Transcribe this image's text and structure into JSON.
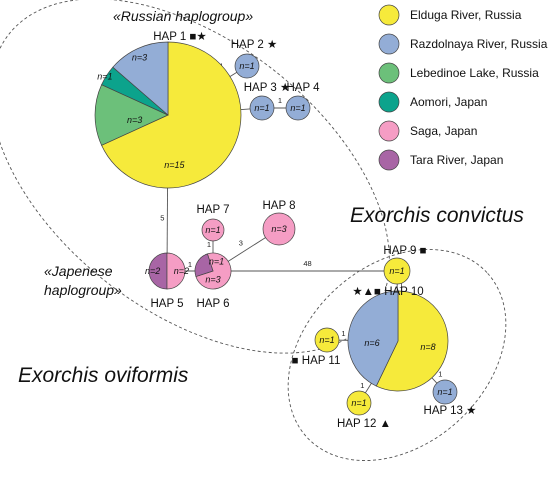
{
  "colors": {
    "elduga": "#f6ea3b",
    "razdolnaya": "#93add6",
    "lebedinoe": "#6cc07a",
    "aomori": "#0ca38c",
    "saga": "#f59dc4",
    "tara": "#a865a5"
  },
  "legend": [
    {
      "key": "elduga",
      "label": "Elduga River, Russia"
    },
    {
      "key": "razdolnaya",
      "label": "Razdolnaya River, Russia"
    },
    {
      "key": "lebedinoe",
      "label": "Lebedinoe Lake, Russia"
    },
    {
      "key": "aomori",
      "label": "Aomori, Japan"
    },
    {
      "key": "saga",
      "label": "Saga, Japan"
    },
    {
      "key": "tara",
      "label": "Tara River, Japan"
    }
  ],
  "groups": {
    "russian": "«Russian haplogroup»",
    "japanese_line1": "«Japenese",
    "japanese_line2": "haplogroup»"
  },
  "species": {
    "oviformis": "Exorchis oviformis",
    "convictus": "Exorchis convictus"
  },
  "haplotypes": [
    {
      "id": "hap1",
      "label": "HAP 1",
      "marks": "■★",
      "slices": [
        {
          "key": "elduga",
          "n": 15
        },
        {
          "key": "lebedinoe",
          "n": 3
        },
        {
          "key": "aomori",
          "n": 1
        },
        {
          "key": "razdolnaya",
          "n": 3
        }
      ],
      "n_labels": [
        "n=15",
        "n=3",
        "n=1",
        "n=3"
      ]
    },
    {
      "id": "hap2",
      "label": "HAP 2",
      "marks": "★",
      "slices": [
        {
          "key": "razdolnaya",
          "n": 1
        }
      ],
      "n_labels": [
        "n=1"
      ]
    },
    {
      "id": "hap3",
      "label": "HAP 3",
      "marks": "★",
      "slices": [
        {
          "key": "razdolnaya",
          "n": 1
        }
      ],
      "n_labels": [
        "n=1"
      ]
    },
    {
      "id": "hap4",
      "label": "HAP 4",
      "marks": "",
      "slices": [
        {
          "key": "razdolnaya",
          "n": 1
        }
      ],
      "n_labels": [
        "n=1"
      ]
    },
    {
      "id": "hap5",
      "label": "HAP 5",
      "marks": "",
      "slices": [
        {
          "key": "tara",
          "n": 2
        },
        {
          "key": "saga",
          "n": 2
        }
      ],
      "n_labels": [
        "n=2",
        "n=2"
      ]
    },
    {
      "id": "hap6",
      "label": "HAP 6",
      "marks": "",
      "slices": [
        {
          "key": "saga",
          "n": 3
        },
        {
          "key": "tara",
          "n": 1
        }
      ],
      "n_labels": [
        "n=3",
        "n=1"
      ]
    },
    {
      "id": "hap7",
      "label": "HAP 7",
      "marks": "",
      "slices": [
        {
          "key": "saga",
          "n": 1
        }
      ],
      "n_labels": [
        "n=1"
      ]
    },
    {
      "id": "hap8",
      "label": "HAP 8",
      "marks": "",
      "slices": [
        {
          "key": "saga",
          "n": 3
        }
      ],
      "n_labels": [
        "n=3"
      ]
    },
    {
      "id": "hap9",
      "label": "HAP 9",
      "marks": "■",
      "slices": [
        {
          "key": "elduga",
          "n": 1
        }
      ],
      "n_labels": [
        "n=1"
      ]
    },
    {
      "id": "hap10",
      "label": "HAP 10",
      "marks_prefix": "★▲■",
      "marks": "",
      "slices": [
        {
          "key": "elduga",
          "n": 8
        },
        {
          "key": "razdolnaya",
          "n": 6
        }
      ],
      "n_labels": [
        "n=8",
        "n=6"
      ]
    },
    {
      "id": "hap11",
      "label": "HAP 11",
      "marks_prefix": "■",
      "marks": "",
      "slices": [
        {
          "key": "elduga",
          "n": 1
        }
      ],
      "n_labels": [
        "n=1"
      ]
    },
    {
      "id": "hap12",
      "label": "HAP 12",
      "marks": "▲",
      "slices": [
        {
          "key": "elduga",
          "n": 1
        }
      ],
      "n_labels": [
        "n=1"
      ]
    },
    {
      "id": "hap13",
      "label": "HAP 13",
      "marks": "★",
      "slices": [
        {
          "key": "razdolnaya",
          "n": 1
        }
      ],
      "n_labels": [
        "n=1"
      ]
    }
  ],
  "edges": [
    {
      "from": "hap1",
      "to": "hap2",
      "label": "1"
    },
    {
      "from": "hap1",
      "to": "hap3",
      "label": "1"
    },
    {
      "from": "hap3",
      "to": "hap4",
      "label": "1"
    },
    {
      "from": "hap1",
      "to": "hap5",
      "label": "5"
    },
    {
      "from": "hap5",
      "to": "hap6",
      "label": "1"
    },
    {
      "from": "hap6",
      "to": "hap7",
      "label": "1"
    },
    {
      "from": "hap6",
      "to": "hap8",
      "label": "3"
    },
    {
      "from": "hap6",
      "to": "hap9",
      "label": "48"
    },
    {
      "from": "hap9",
      "to": "hap10",
      "label": "1"
    },
    {
      "from": "hap10",
      "to": "hap11",
      "label": "1"
    },
    {
      "from": "hap10",
      "to": "hap12",
      "label": "1"
    },
    {
      "from": "hap10",
      "to": "hap13",
      "label": "1"
    }
  ]
}
